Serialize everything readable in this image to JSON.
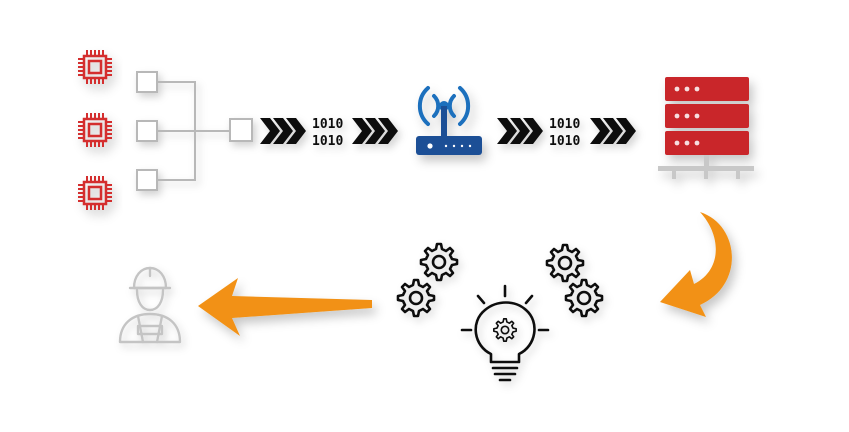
{
  "colors": {
    "chip": "#d42d2d",
    "server": "#c9272c",
    "server_base": "#c8c8c8",
    "wifi": "#1f6fbd",
    "router": "#1e4f96",
    "connector": "#b8b8b8",
    "chevron": "#111111",
    "arrow_orange": "#f29112",
    "worker": "#c4c4c4",
    "icon_outline": "#111111"
  },
  "icons": [
    "microchip-icon",
    "router-icon",
    "server-rack-icon",
    "gear-cluster-icon",
    "lightbulb-gear-icon",
    "engineer-icon"
  ],
  "data_stream": {
    "left_binary": [
      "1010",
      "1010"
    ],
    "right_binary": [
      "1010",
      "1010"
    ]
  }
}
